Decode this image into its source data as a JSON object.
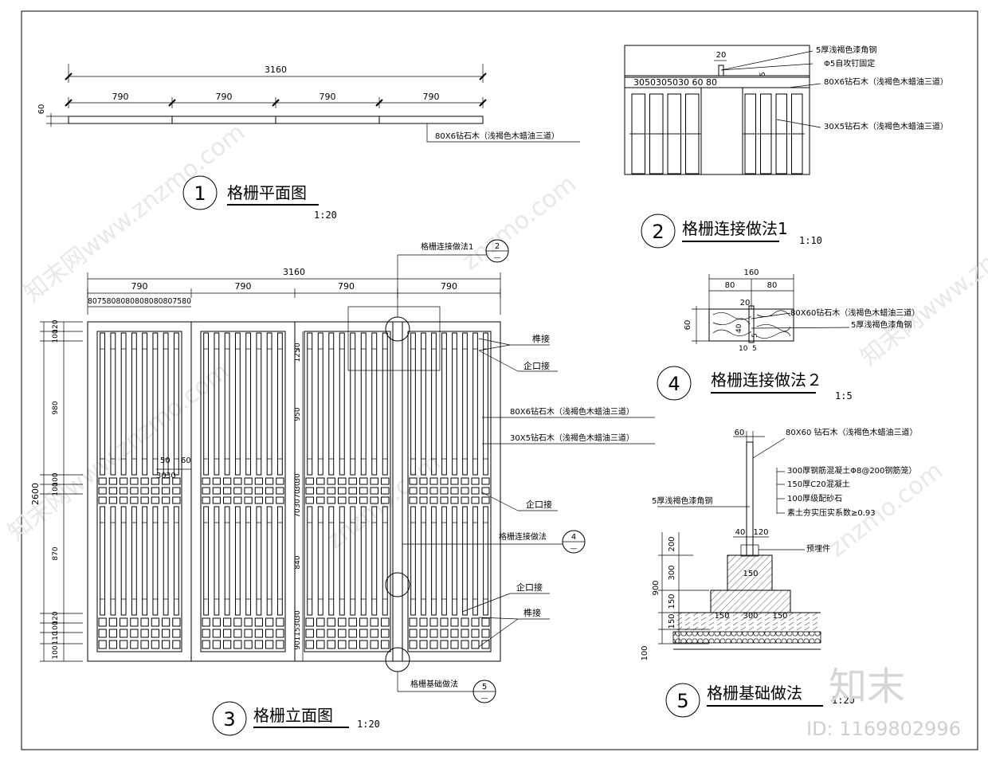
{
  "drawings": {
    "d1": {
      "num": "1",
      "title": "格栅平面图",
      "scale": "1:20",
      "dims": {
        "total": "3160",
        "segments": [
          "790",
          "790",
          "790",
          "790"
        ],
        "thickness": "60"
      },
      "note": "80X6钻石木（浅褐色木蜡油三道）"
    },
    "d2": {
      "num": "2",
      "title": "格栅连接做法1",
      "scale": "1:10",
      "dims": {
        "top": "20",
        "row": "3050305030 60 80",
        "small": "5"
      },
      "notes": [
        "5厚浅褐色漆角钢",
        "Φ5自攻钉固定",
        "80X6钻石木（浅褐色木蜡油三道）",
        "30X5钻石木（浅褐色木蜡油三道）"
      ]
    },
    "d3": {
      "num": "3",
      "title": "格栅立面图",
      "scale": "1:20",
      "dims": {
        "total": "3160",
        "segments": [
          "790",
          "790",
          "790",
          "790"
        ],
        "fine": "8075808080808080807580",
        "height": "2600",
        "left": [
          "120",
          "100",
          "980",
          "100",
          "100",
          "870",
          "120",
          "100",
          "110",
          "100"
        ],
        "inner_upper": [
          "30",
          "125",
          "950",
          "30",
          "30",
          "70",
          "30",
          "70"
        ],
        "inner_lower": [
          "840",
          "30",
          "30",
          "115",
          "90"
        ],
        "detail": [
          "50",
          "60",
          "30",
          "30"
        ]
      },
      "callouts": {
        "detail1": "格栅连接做法1",
        "detail1_num": "2",
        "detail1_sheet": "—",
        "detail2": "格栅连接做法",
        "detail2_num": "4",
        "detail2_sheet": "—",
        "foundation": "格栅基础做法",
        "foundation_num": "5",
        "foundation_sheet": "—"
      },
      "notes": {
        "mortise1": "榫接",
        "tongue1": "企口接",
        "wood80": "80X6钻石木（浅褐色木蜡油三道）",
        "wood30": "30X5钻石木（浅褐色木蜡油三道）",
        "tongue2": "企口接",
        "tongue3": "企口接",
        "mortise2": "榫接"
      }
    },
    "d4": {
      "num": "4",
      "title": "格栅连接做法２",
      "scale": "1:5",
      "dims": {
        "total": "160",
        "half1": "80",
        "half2": "80",
        "height": "60",
        "top": "20",
        "side": "40",
        "small": "5",
        "bottom1": "10",
        "bottom2": "5"
      },
      "notes": [
        "80X60钻石木（浅褐色木蜡油三道）",
        "5厚浅褐色漆角钢"
      ]
    },
    "d5": {
      "num": "5",
      "title": "格栅基础做法",
      "scale": "1:20",
      "dims": {
        "post": "60",
        "a": "40",
        "b": "120",
        "h1": "200",
        "h2": "300",
        "h3": "150",
        "h4": "150",
        "total": "900",
        "bottom": "100",
        "w1": "150",
        "w2": "300",
        "w3": "150",
        "cap": "150"
      },
      "notes": {
        "wood": "80X60 钻石木（浅褐色木蜡油三道）",
        "layer1": "300厚钢筋混凝土Φ8@200钢筋笼）",
        "layer2": "150厚C20混凝土",
        "layer3": "100厚级配砂石",
        "layer4": "素土夯实压实系数≥0.93",
        "steel": "5厚浅褐色漆角钢",
        "embed": "预埋件"
      }
    }
  },
  "brand": {
    "logo_text": "知末",
    "id_text": "ID: 1169802996",
    "watermark": "znzmo.com",
    "watermark_cn": "知末网www.znzmo.com"
  }
}
